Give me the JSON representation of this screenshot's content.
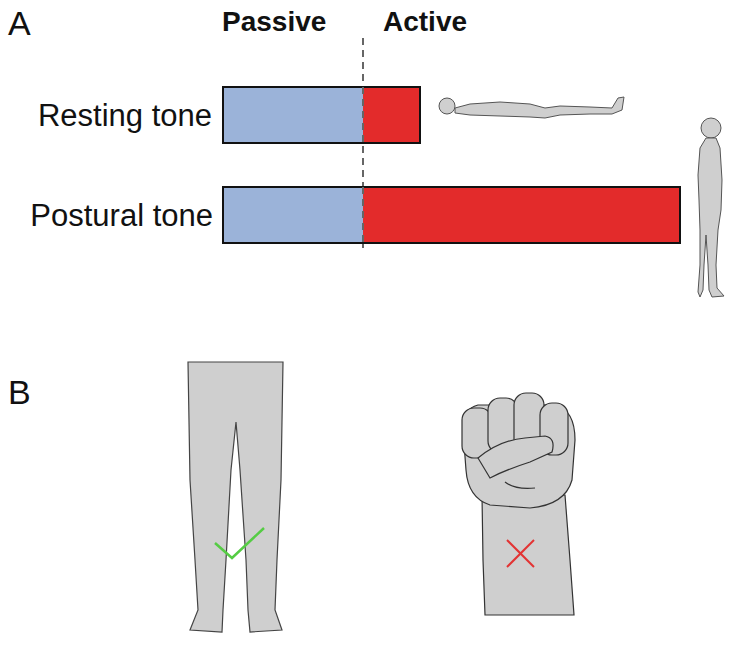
{
  "diagram": {
    "labels": [
      "A",
      "Passive",
      "Active",
      "Resting tone",
      "Postural tone",
      "B"
    ]
  }
}
